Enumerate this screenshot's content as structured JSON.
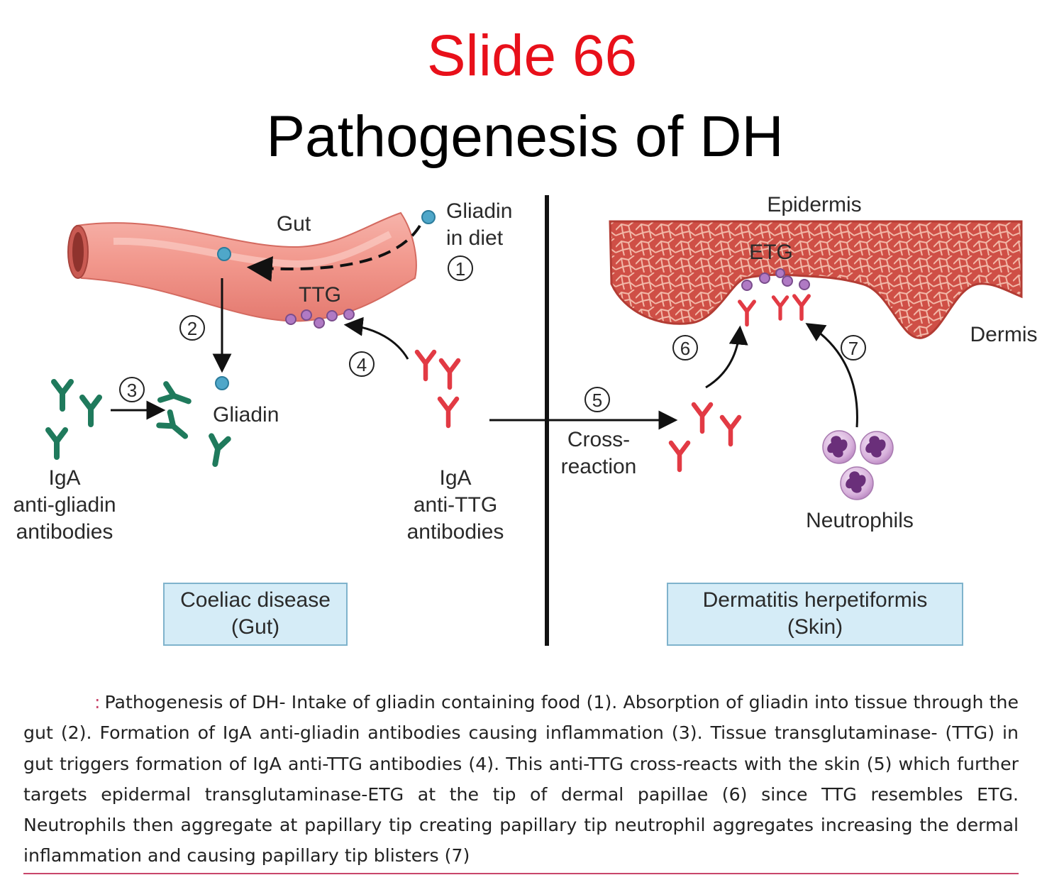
{
  "slide": {
    "number_label": "Slide 66",
    "title": "Pathogenesis of DH",
    "number_color": "#e8101a"
  },
  "figure": {
    "left_panel": {
      "gut_label": "Gut",
      "gliadin_diet_line1": "Gliadin",
      "gliadin_diet_line2": "in diet",
      "step1": "1",
      "ttg_label": "TTG",
      "step2": "2",
      "step3": "3",
      "step4": "4",
      "gliadin_label": "Gliadin",
      "iga_antigliadin_line1": "IgA",
      "iga_antigliadin_line2": "anti-gliadin",
      "iga_antigliadin_line3": "antibodies",
      "iga_antittg_line1": "IgA",
      "iga_antittg_line2": "anti-TTG",
      "iga_antittg_line3": "antibodies",
      "box_line1": "Coeliac disease",
      "box_line2": "(Gut)"
    },
    "right_panel": {
      "epidermis_label": "Epidermis",
      "etg_label": "ETG",
      "dermis_label": "Dermis",
      "step5": "5",
      "cross_reaction_line1": "Cross-",
      "cross_reaction_line2": "reaction",
      "step6": "6",
      "step7": "7",
      "neutrophils_label": "Neutrophils",
      "box_line1": "Dermatitis herpetiformis",
      "box_line2": "(Skin)"
    },
    "colors": {
      "gut": "#f0948a",
      "skin": "#d9564c",
      "antigliadin_antibody": "#1f7a5c",
      "antittg_antibody": "#e23a44",
      "gliadin_particle": "#4fa7c9",
      "ttg_particle": "#b07ac4",
      "label_box_fill": "#d5ecf7",
      "label_box_border": "#7fb3cc"
    }
  },
  "caption": {
    "mark": ":",
    "text": "Pathogenesis of DH- Intake of gliadin containing food (1). Absorption of gliadin into tissue through the gut (2). Formation of IgA anti-gliadin antibodies causing inflammation (3). Tissue transglutaminase- (TTG) in gut triggers formation of IgA anti-TTG antibodies (4). This anti-TTG cross-reacts with the skin (5) which further targets epidermal transglutaminase-ETG at the tip of dermal papillae (6) since TTG resembles ETG. Neutrophils then aggregate at papillary tip creating papillary tip neutrophil aggregates increasing the dermal inflammation and causing papillary tip blisters (7)"
  }
}
